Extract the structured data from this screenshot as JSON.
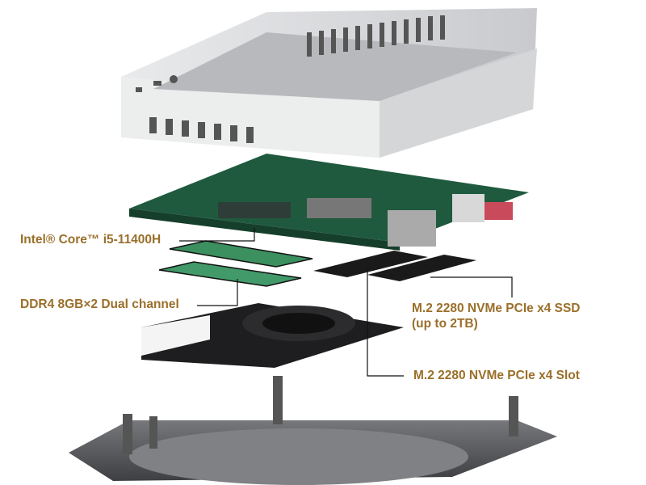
{
  "labels": {
    "cpu": "Intel® Core™ i5-11400H",
    "ram": "DDR4 8GB×2 Dual channel",
    "ssd_line1": "M.2 2280 NVMe PCIe x4 SSD",
    "ssd_line2": "(up to 2TB)",
    "slot": "M.2 2280 NVMe PCIe x4 Slot"
  },
  "colors": {
    "label": "#9a6f2a",
    "pcb": "#1f5a3e",
    "case": "#d9dadc",
    "fan": "#1e1e20",
    "base": "#5d5e61"
  }
}
